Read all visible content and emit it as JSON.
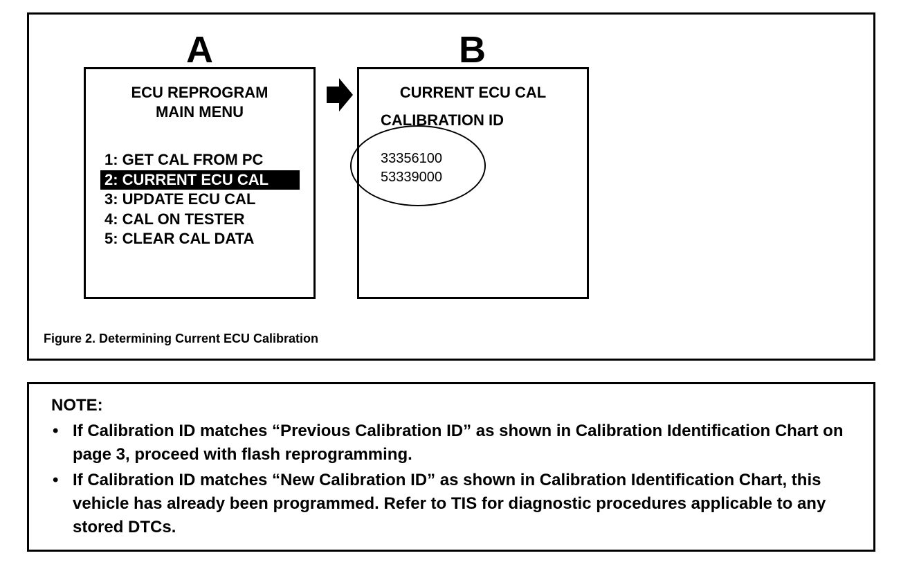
{
  "figure": {
    "panel_a_label": "A",
    "panel_b_label": "B",
    "screen_a": {
      "title_line1": "ECU REPROGRAM",
      "title_line2": "MAIN MENU",
      "items": [
        "1: GET CAL FROM PC",
        "2: CURRENT ECU CAL",
        "3: UPDATE ECU CAL",
        "4: CAL ON TESTER",
        "5: CLEAR CAL DATA"
      ],
      "selected_index": 1
    },
    "screen_b": {
      "title": "CURRENT ECU CAL",
      "subtitle": "CALIBRATION ID",
      "ids": [
        "33356100",
        "53339000"
      ]
    },
    "arrow_icon": "right-arrow-icon",
    "caption": "Figure 2. Determining Current ECU Calibration"
  },
  "note": {
    "title": "NOTE:",
    "bullets": [
      "If Calibration ID matches “Previous Calibration ID” as shown in Calibration Identification Chart on page 3, proceed with flash reprogramming.",
      "If Calibration ID matches “New Calibration ID” as shown in Calibration Identification Chart, this vehicle has already been programmed. Refer to TIS for diagnostic procedures applicable to any stored DTCs."
    ]
  }
}
